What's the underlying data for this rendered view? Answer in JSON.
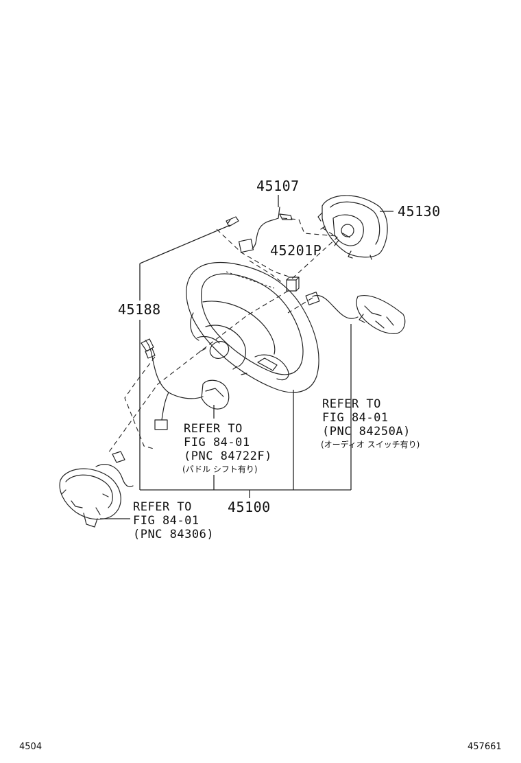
{
  "labels": {
    "p45107": "45107",
    "p45130": "45130",
    "p45201p": "45201P",
    "p45188": "45188",
    "p45100": "45100"
  },
  "references": {
    "audio_switch": {
      "line1": "REFER TO",
      "line2": "FIG 84-01",
      "line3": "(PNC 84250A)",
      "note": "(オーディオ スイッチ有り)"
    },
    "paddle_shift": {
      "line1": "REFER TO",
      "line2": "FIG 84-01",
      "line3": "(PNC 84722F)",
      "note": "(パドル シフト有り)"
    },
    "spiral_cable": {
      "line1": "REFER TO",
      "line2": "FIG 84-01",
      "line3": "(PNC 84306)"
    }
  },
  "footer": {
    "left_code": "4504",
    "right_code": "457661"
  }
}
